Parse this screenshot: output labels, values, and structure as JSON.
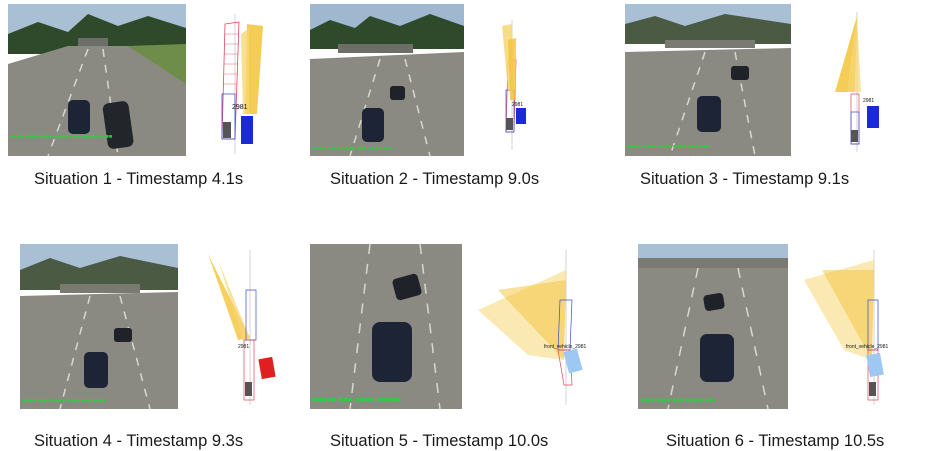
{
  "figure": {
    "panels": [
      {
        "caption": "Situation 1 - Timestamp 4.1s",
        "vehicle_id": "2981"
      },
      {
        "caption": "Situation 2 - Timestamp 9.0s",
        "vehicle_id": "2981"
      },
      {
        "caption": "Situation 3 - Timestamp 9.1s",
        "vehicle_id": "2981"
      },
      {
        "caption": "Situation 4 - Timestamp 9.3s",
        "vehicle_id": "2981"
      },
      {
        "caption": "Situation 5 - Timestamp 10.0s",
        "vehicle_id": "front_vehicle_2981"
      },
      {
        "caption": "Situation 6 - Timestamp 10.5s",
        "vehicle_id": "front_vehicle_2981"
      }
    ]
  },
  "colors": {
    "sky": "#9fb7cf",
    "road": "#8a8a82",
    "grass": "#6f8d4a",
    "trees": "#2f4a2a",
    "hud_text": "#2ecc40",
    "ego_path": "#3a4ed0",
    "ego_path_red": "#e0485a",
    "prediction_fan": "#f2c43a",
    "target_blue": "#1a2ad6",
    "target_red": "#e02020",
    "target_light": "#9cc8f2"
  }
}
